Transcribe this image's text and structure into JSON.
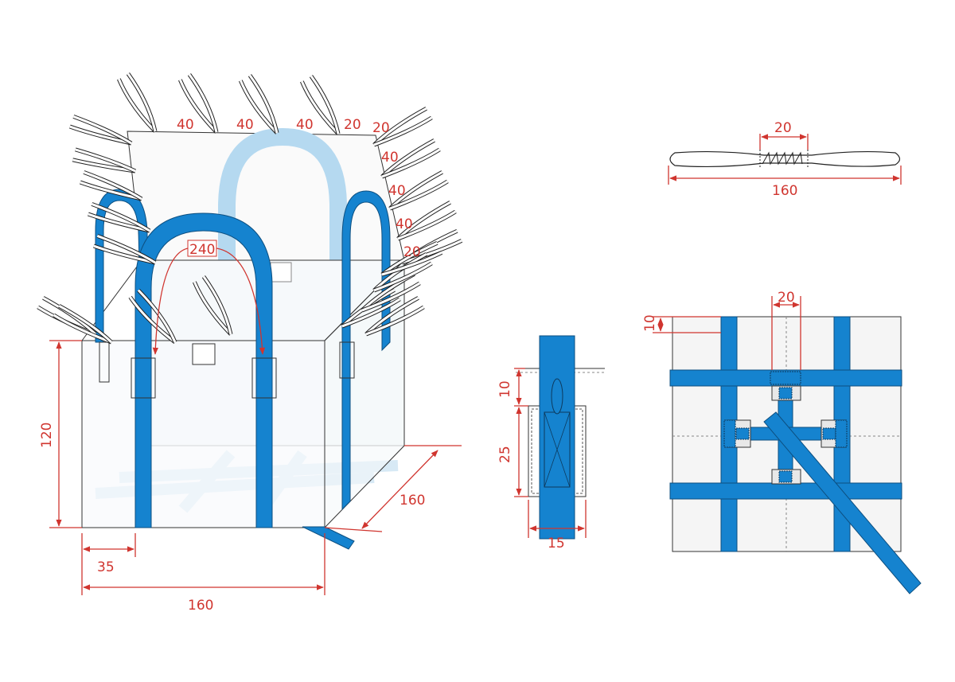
{
  "figure": {
    "bag_view": {
      "top_spacing_labels": [
        "40",
        "40",
        "40",
        "20",
        "20"
      ],
      "side_spacing_labels": [
        "40",
        "40",
        "40",
        "20"
      ],
      "loop_length": "240",
      "height": "120",
      "loop_offset": "35",
      "width": "160",
      "depth": "160"
    },
    "tie_detail": {
      "stitch_length": "20",
      "tie_length": "160"
    },
    "loop_attachment_detail": {
      "top_offset": "10",
      "patch_height": "25",
      "patch_width": "15"
    },
    "bottom_view": {
      "edge_offset": "10",
      "strap_spacing": "20"
    },
    "colors": {
      "strap": "#1583cf",
      "strap_back": "#b5d9f0",
      "dimension": "#d0352f"
    }
  }
}
